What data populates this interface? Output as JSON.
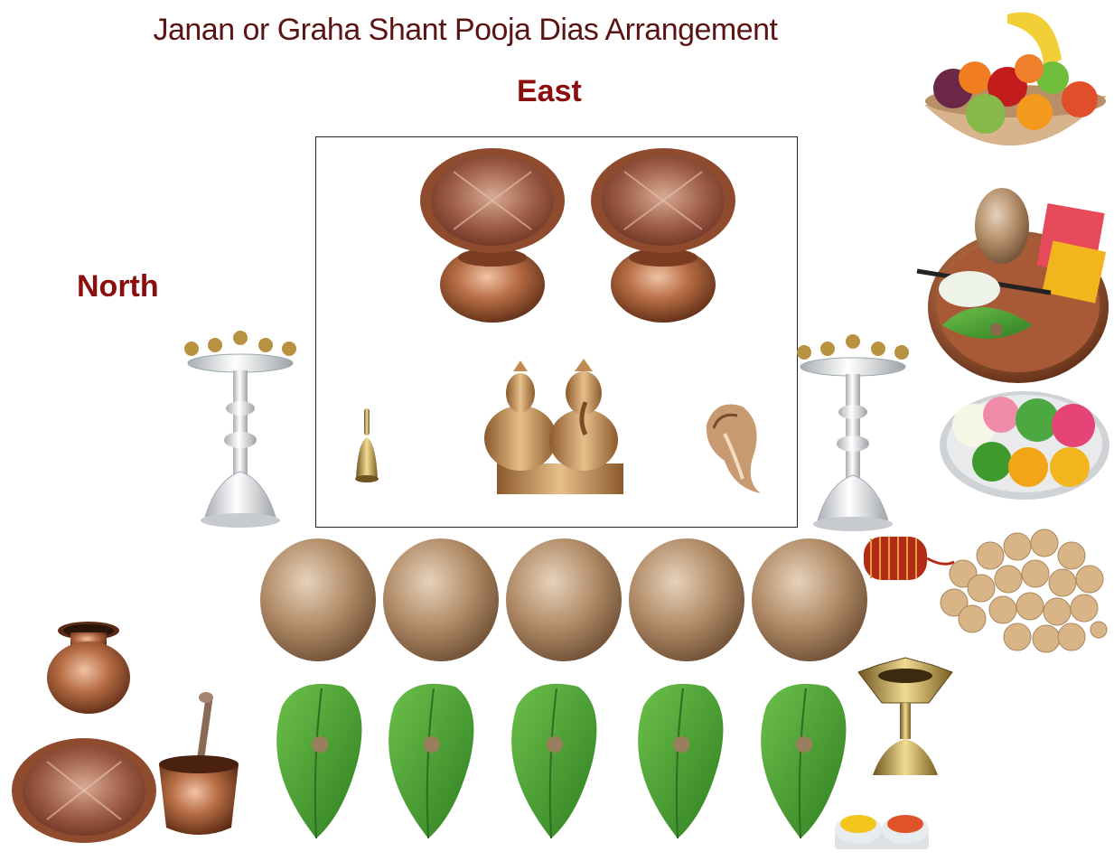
{
  "page": {
    "title": "Janan or Graha Shant Pooja Dias Arrangement",
    "east_label": "East",
    "north_label": "North"
  },
  "colors": {
    "title": "#5a1414",
    "direction_label": "#8b0d0d",
    "copper": "#b0683e",
    "leaf": "#3f9a2e",
    "coconut": "#a88463",
    "brass": "#b89240",
    "silver": "#d8dadc"
  },
  "icons": [
    "copper-plate-on-kalash-icon",
    "silver-oil-lamp-icon",
    "bell-icon",
    "lakshmi-ganesha-idol-icon",
    "conch-shell-icon",
    "fruit-bowl-icon",
    "puja-samagri-plate-icon",
    "flower-plate-icon",
    "red-thread-icon",
    "betel-nut-pile-icon",
    "coconut-icon",
    "betel-leaf-icon",
    "brass-diya-icon",
    "haldi-kumkum-bowls-icon",
    "copper-lota-icon",
    "copper-plate-icon",
    "copper-cup-with-spoon-icon"
  ]
}
